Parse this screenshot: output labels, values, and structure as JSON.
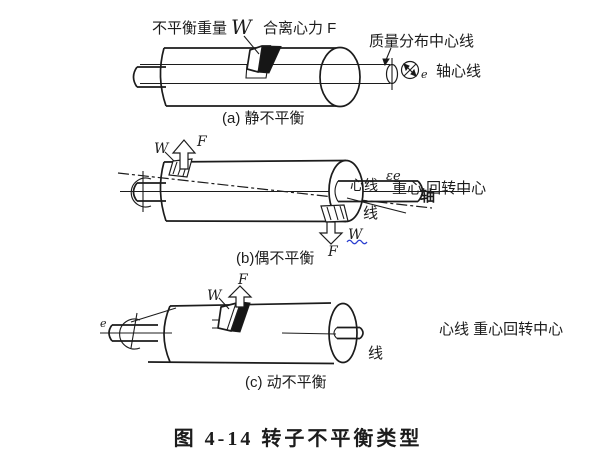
{
  "figure": {
    "caption": "图 4-14 转子不平衡类型"
  },
  "colors": {
    "ink": "#1c1c1c",
    "spellcheck_underline": "#2b3fd0",
    "background": "#ffffff"
  },
  "diagram_a": {
    "caption": "(a) 静不平衡",
    "labels": {
      "unbalance_weight": "不平衡重量",
      "unbalance_weight_symbol": "W",
      "centrifugal_force": "合离心力 F",
      "mass_center_line": "质量分布中心线",
      "eccentricity": "e",
      "axis_line": "轴心线"
    }
  },
  "diagram_b": {
    "caption": "(b)偶不平衡",
    "labels": {
      "weight_top": "W",
      "force_top": "F",
      "weight_bottom": "W",
      "force_bottom": "F",
      "center_line_fragment": "心线",
      "epsilon_e": "εe",
      "gravity_rotation_center": "重心 回转中心",
      "axis_char": "轴",
      "line_char": "线"
    }
  },
  "diagram_c": {
    "caption": "(c) 动不平衡",
    "labels": {
      "weight": "W",
      "force": "F",
      "eccentricity": "e",
      "line_char": "线",
      "center_text": "心线 重心回转中心"
    }
  }
}
